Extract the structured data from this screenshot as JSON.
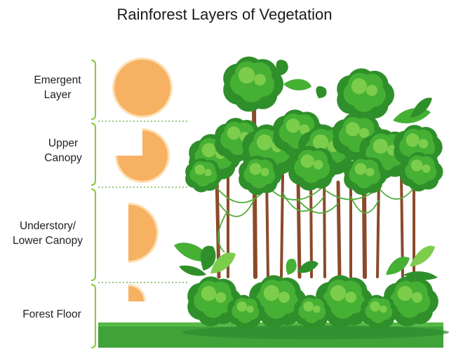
{
  "title": "Rainforest Layers of Vegetation",
  "layers": [
    {
      "label_lines": [
        "Emergent",
        "Layer"
      ],
      "coverage_fraction": 1.0
    },
    {
      "label_lines": [
        "Upper",
        "Canopy"
      ],
      "coverage_fraction": 0.75
    },
    {
      "label_lines": [
        "Understory/",
        "Lower Canopy"
      ],
      "coverage_fraction": 0.5
    },
    {
      "label_lines": [
        "Forest Floor"
      ],
      "coverage_fraction": 0.25
    }
  ],
  "colors": {
    "wedge_fill": "#f7b163",
    "wedge_glow": "#fde0b4",
    "bracket": "#8cc63f",
    "divider": "#5aa832",
    "leaf_dark": "#2f8f2a",
    "leaf_mid": "#46b035",
    "leaf_light": "#7ccd4b",
    "trunk": "#8b4a2b",
    "vine": "#4fae3a",
    "ground": "#3fa33a"
  }
}
